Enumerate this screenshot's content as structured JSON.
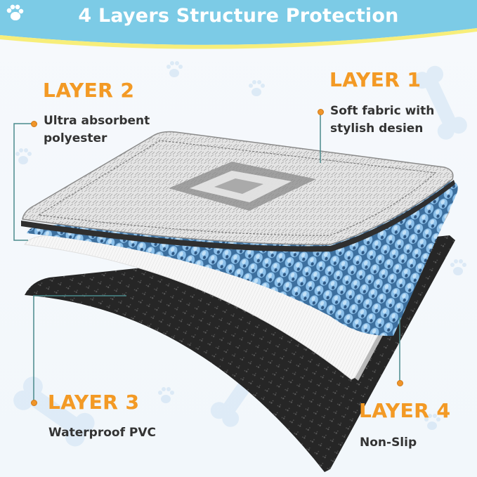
{
  "header": {
    "title": "4 Layers Structure Protection",
    "left_icon": "paw-icon",
    "right_icon": "paw-icon",
    "background_color": "#7ccbe6",
    "accent_stripe_color": "#f7ee7a"
  },
  "layers": [
    {
      "id": "layer-1",
      "heading": "LAYER 1",
      "line1": "Soft fabric with",
      "line2": "stylish desien"
    },
    {
      "id": "layer-2",
      "heading": "LAYER 2",
      "line1": "Ultra absorbent",
      "line2": "polyester"
    },
    {
      "id": "layer-3",
      "heading": "LAYER 3",
      "line1": "Waterproof PVC"
    },
    {
      "id": "layer-4",
      "heading": "LAYER 4",
      "line1": "Non-Slip"
    }
  ],
  "colors": {
    "heading_orange": "#f39a25",
    "description_text": "#333333",
    "connector_line": "#4a8a8c",
    "connector_dot": "#f0952a",
    "fabric_gray": "#d4d4d4",
    "absorbent_blue": "#6fa9dc",
    "pvc_white": "#f4f4f4",
    "nonslip_black": "#2a2a2a"
  },
  "decorations": [
    "paw-icon",
    "bone-icon"
  ]
}
